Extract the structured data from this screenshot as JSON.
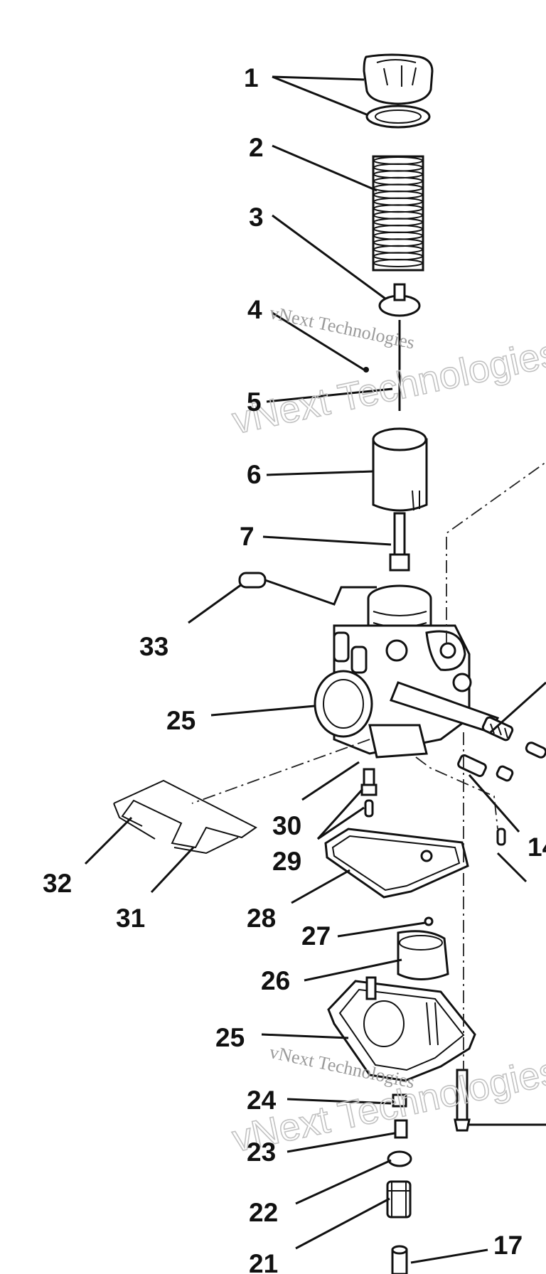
{
  "diagram": {
    "callouts": [
      "1",
      "2",
      "3",
      "4",
      "5",
      "6",
      "7",
      "33",
      "25",
      "30",
      "29",
      "32",
      "31",
      "28",
      "27",
      "26",
      "25",
      "24",
      "23",
      "22",
      "21",
      "17",
      "14"
    ],
    "watermark": {
      "small_text": "vNext Technologies",
      "large_text": "vNext Technologies"
    }
  }
}
